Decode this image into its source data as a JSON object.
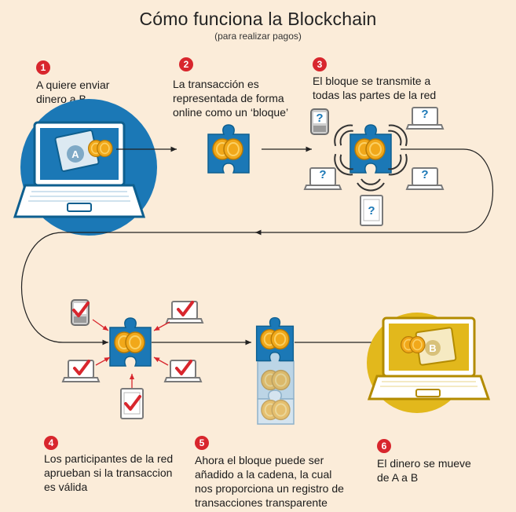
{
  "header": {
    "title": "Cómo funciona la Blockchain",
    "subtitle": "(para realizar pagos)"
  },
  "steps": [
    {
      "number": "1",
      "text": "A quiere enviar\ndinero a B"
    },
    {
      "number": "2",
      "text": "La transacción es\nrepresentada de forma\nonline como un ‘bloque’"
    },
    {
      "number": "3",
      "text": "El bloque se transmite a\ntodas las partes de la red"
    },
    {
      "number": "4",
      "text": "Los participantes de la red\naprueban si la transaccion\nes válida"
    },
    {
      "number": "5",
      "text": "Ahora el bloque puede ser\nañadido a la cadena, la cual\nnos proporciona un registro de\ntransacciones transparente"
    },
    {
      "number": "6",
      "text": "El dinero se mueve\nde A a B"
    }
  ],
  "wallet_labels": {
    "sender": "A",
    "receiver": "B"
  },
  "network_unknown_symbol": "?",
  "colors": {
    "background": "#fbecd9",
    "badge": "#d8262d",
    "blue_dark": "#0e5f8f",
    "blue_light": "#1b78b6",
    "gold": "#e2b81c",
    "coin": "#f1a81a",
    "check": "#d8262d",
    "device_gray": "#8a8a8a"
  },
  "icons": [
    "laptop-icon",
    "wallet-icon",
    "coin-icon",
    "puzzle-block-icon",
    "phone-icon",
    "tablet-icon",
    "checkmark-icon",
    "question-icon",
    "arrow-icon"
  ]
}
